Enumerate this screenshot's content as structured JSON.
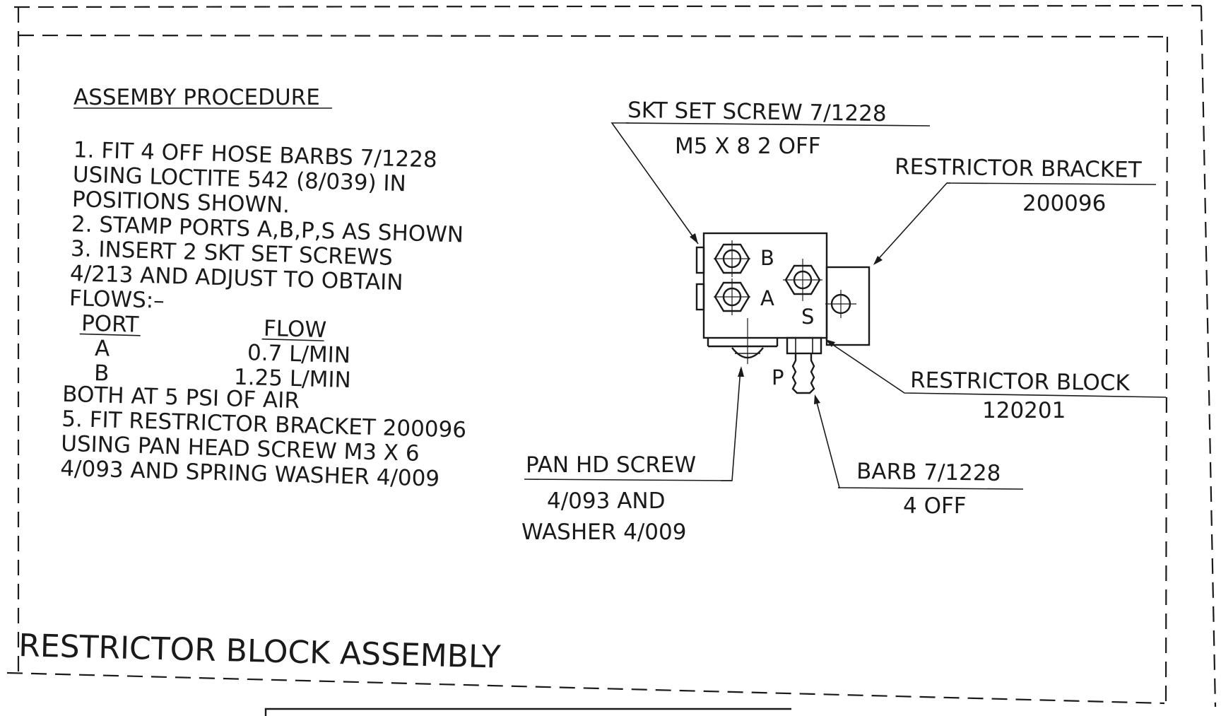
{
  "procedure": {
    "heading": "ASSEMBY PROCEDURE",
    "lines": [
      "1. FIT 4 OFF HOSE BARBS 7/1228",
      "USING LOCTITE 542 (8/039) IN",
      "POSITIONS SHOWN.",
      "2. STAMP PORTS A,B,P,S AS SHOWN",
      "3. INSERT 2 SKT SET SCREWS",
      "4/213 AND ADJUST TO OBTAIN",
      "FLOWS:–"
    ],
    "flow_table": {
      "headers": [
        "PORT",
        "FLOW"
      ],
      "rows": [
        [
          "A",
          "0.7  L/MIN"
        ],
        [
          "B",
          "1.25  L/MIN"
        ]
      ]
    },
    "lines_after": [
      "BOTH AT 5 PSI OF AIR",
      "5. FIT RESTRICTOR BRACKET 200096",
      "USING PAN HEAD SCREW M3 X 6",
      "4/093 AND SPRING WASHER 4/009"
    ]
  },
  "callouts": {
    "set_screw": {
      "title": "SKT SET SCREW 7/1228",
      "detail": "M5 X 8   2 OFF"
    },
    "bracket": {
      "title": "RESTRICTOR BRACKET",
      "detail": "200096"
    },
    "block": {
      "title": "RESTRICTOR BLOCK",
      "detail": "120201"
    },
    "pan_screw": {
      "title": "PAN HD SCREW",
      "detail_1": "4/093 AND",
      "detail_2": "WASHER 4/009"
    },
    "barb": {
      "title": "BARB 7/1228",
      "detail": "4 OFF"
    }
  },
  "port_labels": {
    "a": "A",
    "b": "B",
    "s": "S",
    "p": "P"
  },
  "drawing_title": "RESTRICTOR BLOCK ASSEMBLY"
}
